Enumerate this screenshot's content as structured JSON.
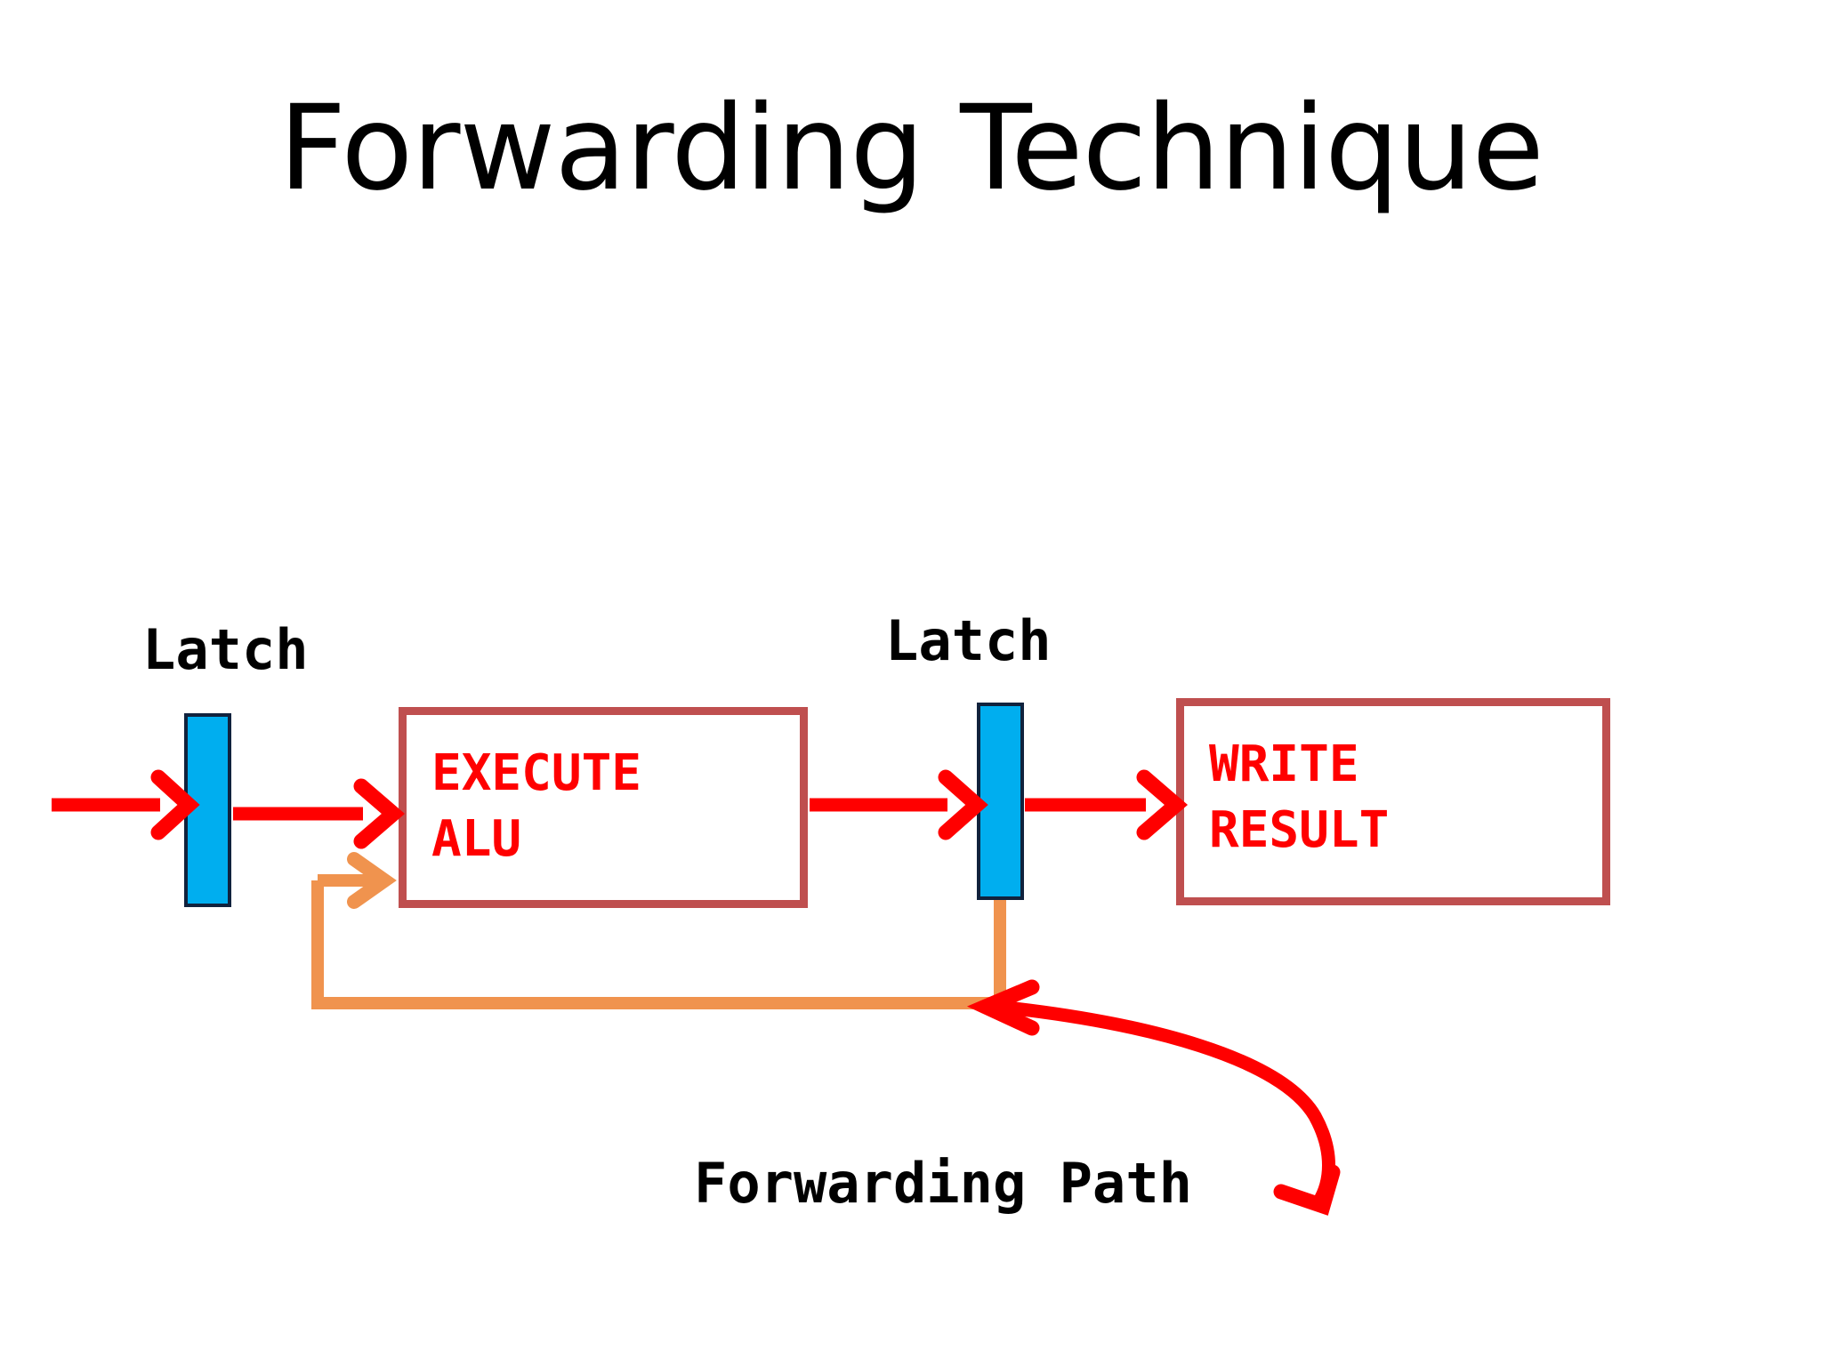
{
  "slide": {
    "title": "Forwarding Technique",
    "background_color": "#FFFFFF"
  },
  "palette": {
    "title_text": "#000000",
    "latch_fill": "#00AEEF",
    "latch_border": "#10223D",
    "stage_border": "#BF4F4F",
    "stage_fill": "#FFFFFF",
    "stage_text": "#FF0000",
    "datapath_arrow": "#FF0000",
    "forwarding_wire": "#F0934E",
    "label_text": "#000000"
  },
  "diagram": {
    "type": "pipeline-forwarding-block-diagram",
    "labels": {
      "latch_1": "Latch",
      "latch_2": "Latch",
      "forwarding_path": "Forwarding Path"
    },
    "stages": [
      {
        "name": "execute-stage",
        "lines": [
          "EXECUTE",
          "ALU"
        ]
      },
      {
        "name": "write-stage",
        "lines": [
          "WRITE",
          "RESULT"
        ]
      }
    ],
    "latches": [
      {
        "name": "latch-1",
        "label": "Latch"
      },
      {
        "name": "latch-2",
        "label": "Latch"
      }
    ],
    "connections": [
      {
        "name": "input-to-latch-1",
        "color": "#FF0000",
        "style": "straight-arrow"
      },
      {
        "name": "latch-1-to-execute",
        "color": "#FF0000",
        "style": "straight-arrow"
      },
      {
        "name": "execute-to-latch-2",
        "color": "#FF0000",
        "style": "straight-arrow"
      },
      {
        "name": "latch-2-to-write",
        "color": "#FF0000",
        "style": "straight-arrow"
      },
      {
        "name": "forwarding-feedback",
        "color": "#F0934E",
        "style": "orthogonal-arrow"
      },
      {
        "name": "forwarding-path-callout",
        "color": "#FF0000",
        "style": "curved-double-arrow"
      }
    ]
  }
}
